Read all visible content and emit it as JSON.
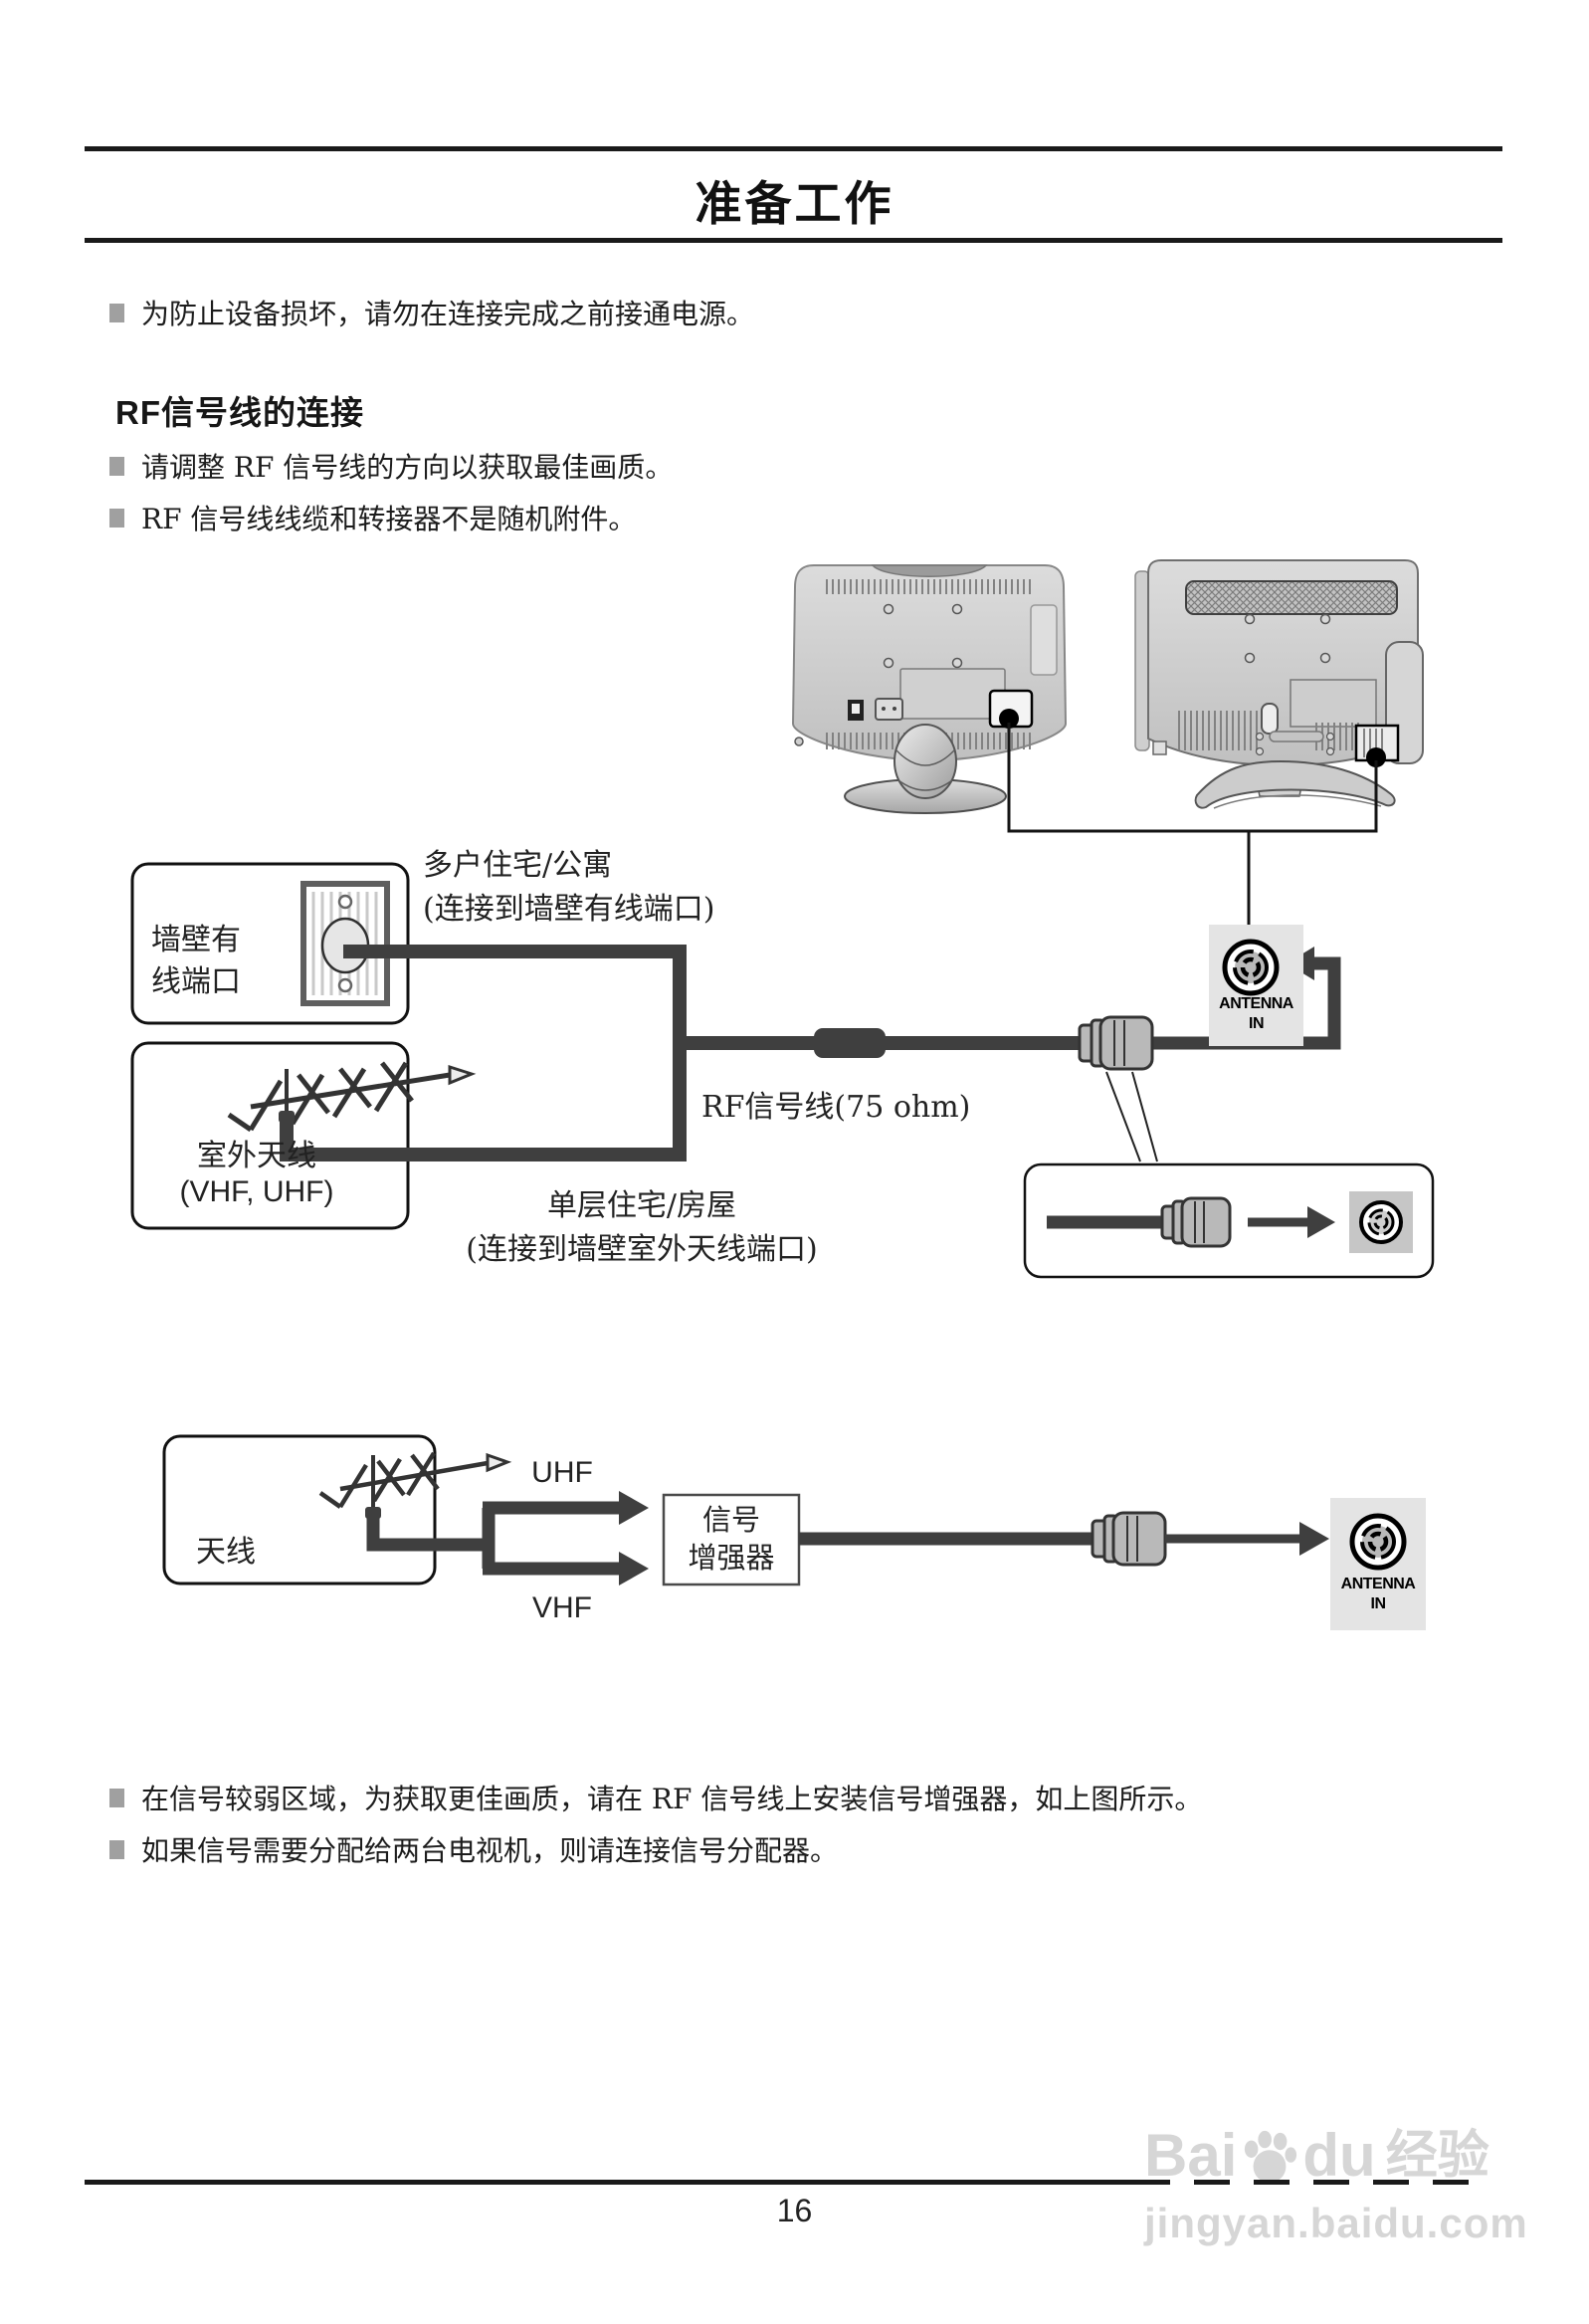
{
  "header": {
    "title": "准备工作"
  },
  "intro_bullet": "为防止设备损坏，请勿在连接完成之前接通电源。",
  "section": {
    "heading": "RF信号线的连接",
    "bullets": [
      "请调整 RF 信号线的方向以获取最佳画质。",
      "RF 信号线线缆和转接器不是随机附件。"
    ]
  },
  "diagram1": {
    "wall_port_line1": "墙壁有",
    "wall_port_line2": "线端口",
    "apartment_line1": "多户住宅/公寓",
    "apartment_line2": "(连接到墙壁有线端口)",
    "outdoor_line1": "室外天线",
    "outdoor_line2": "(VHF, UHF)",
    "rf_cable_label": "RF信号线(75 ohm)",
    "house_line1": "单层住宅/房屋",
    "house_line2": "(连接到墙壁室外天线端口)",
    "antenna_in_line1": "ANTENNA",
    "antenna_in_line2": "IN"
  },
  "diagram2": {
    "antenna_label": "天线",
    "uhf_label": "UHF",
    "vhf_label": "VHF",
    "booster_line1": "信号",
    "booster_line2": "增强器",
    "antenna_in_line1": "ANTENNA",
    "antenna_in_line2": "IN"
  },
  "notes": [
    "在信号较弱区域，为获取更佳画质，请在 RF 信号线上安装信号增强器，如上图所示。",
    "如果信号需要分配给两台电视机，则请连接信号分配器。"
  ],
  "footer": {
    "page_number": "16"
  },
  "watermark": {
    "brand_prefix": "Bai",
    "brand_suffix": "du",
    "badge": "经验",
    "url": "jingyan.baidu.com"
  },
  "icons": {
    "coax_connector": "concentric-circles",
    "outdoor_antenna": "yagi-antenna",
    "wall_plate": "striped-plate",
    "watermark_paw": "baidu-paw"
  },
  "colors": {
    "cable": "#3f3f3f",
    "thin_line": "#141414",
    "antenna_in_bg": "#e4e4e4",
    "bullet_square": "#a0a0a0",
    "watermark": "#d6d6d6"
  }
}
